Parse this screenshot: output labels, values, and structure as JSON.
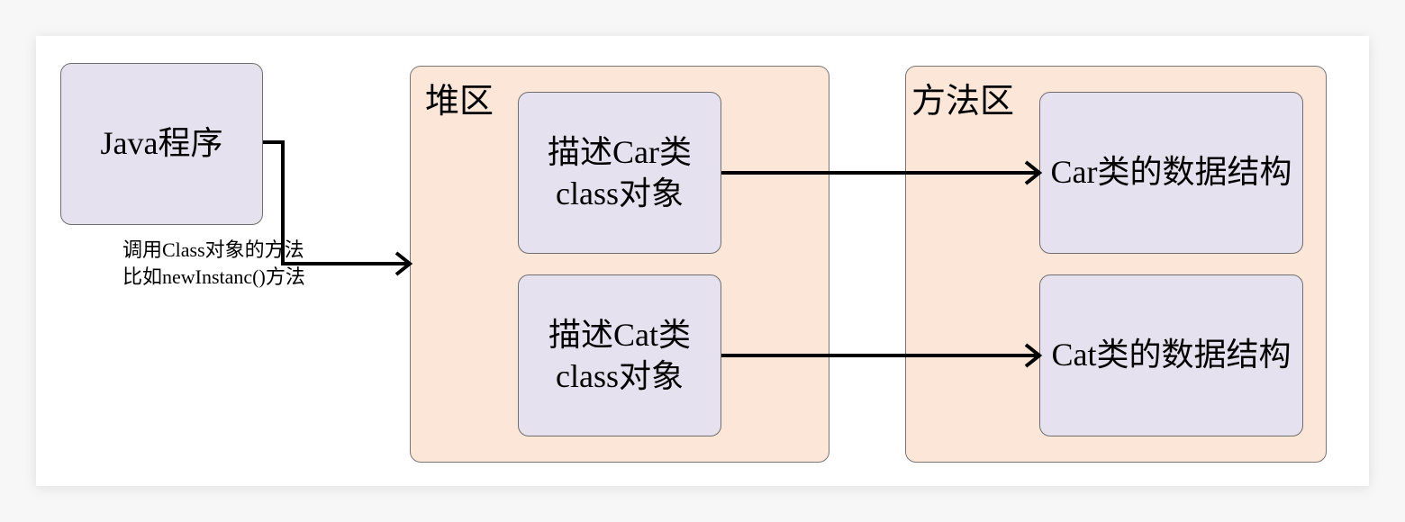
{
  "java_program": {
    "label": "Java程序"
  },
  "call_label": {
    "line1": "调用Class对象的方法",
    "line2": "比如newInstanc()方法"
  },
  "heap": {
    "title": "堆区",
    "car_class_object": {
      "line1": "描述Car类",
      "line2": "class对象"
    },
    "cat_class_object": {
      "line1": "描述Cat类",
      "line2": "class对象"
    }
  },
  "method_area": {
    "title": "方法区",
    "car_data_structure": {
      "label": "Car类的数据结构"
    },
    "cat_data_structure": {
      "label": "Cat类的数据结构"
    }
  },
  "colors": {
    "box_fill": "#e6e1ee",
    "container_fill": "#fbe6d8",
    "stroke": "#000000"
  }
}
